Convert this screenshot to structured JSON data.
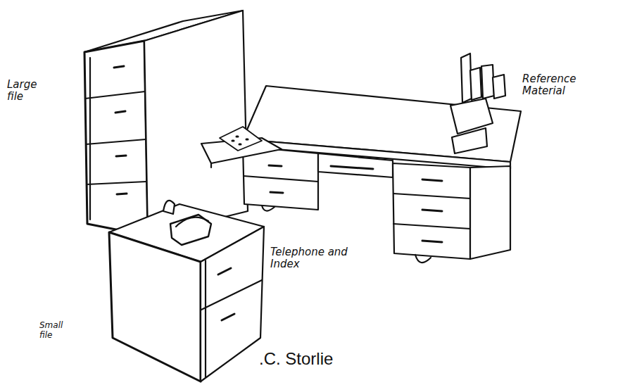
{
  "diagram": {
    "labels": [
      "Large file",
      "Reference Material",
      "Telephone and Index",
      "Small file",
      ".C. Storlie"
    ]
  }
}
